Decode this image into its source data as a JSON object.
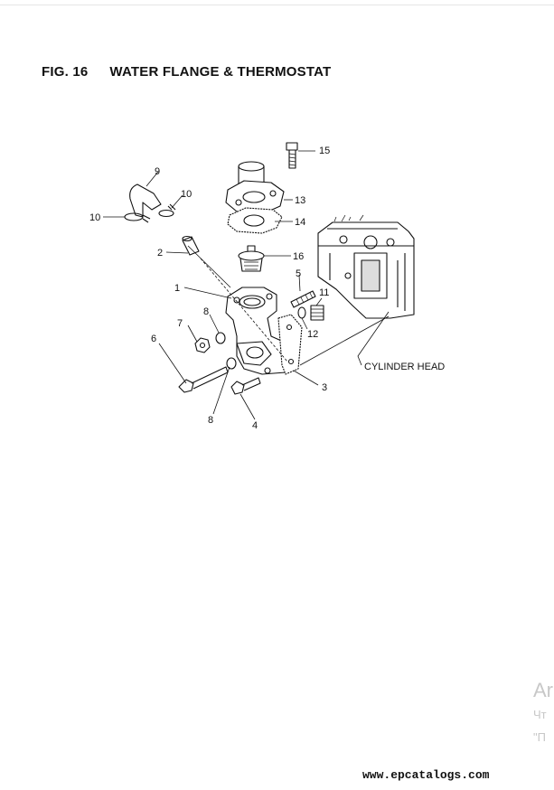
{
  "figure": {
    "number": "FIG. 16",
    "title": "WATER FLANGE & THERMOSTAT"
  },
  "parts": {
    "p1": "1",
    "p2": "2",
    "p3": "3",
    "p4": "4",
    "p5": "5",
    "p6": "6",
    "p7": "7",
    "p8a": "8",
    "p8b": "8",
    "p9": "9",
    "p10a": "10",
    "p10b": "10",
    "p11": "11",
    "p12": "12",
    "p13": "13",
    "p14": "14",
    "p15": "15",
    "p16": "16"
  },
  "annotations": {
    "cylinder_head": "CYLINDER HEAD"
  },
  "overlay": {
    "line1": "Ar",
    "line2": "Чт",
    "line3": "\"П"
  },
  "footer": {
    "url": "www.epcatalogs.com"
  }
}
